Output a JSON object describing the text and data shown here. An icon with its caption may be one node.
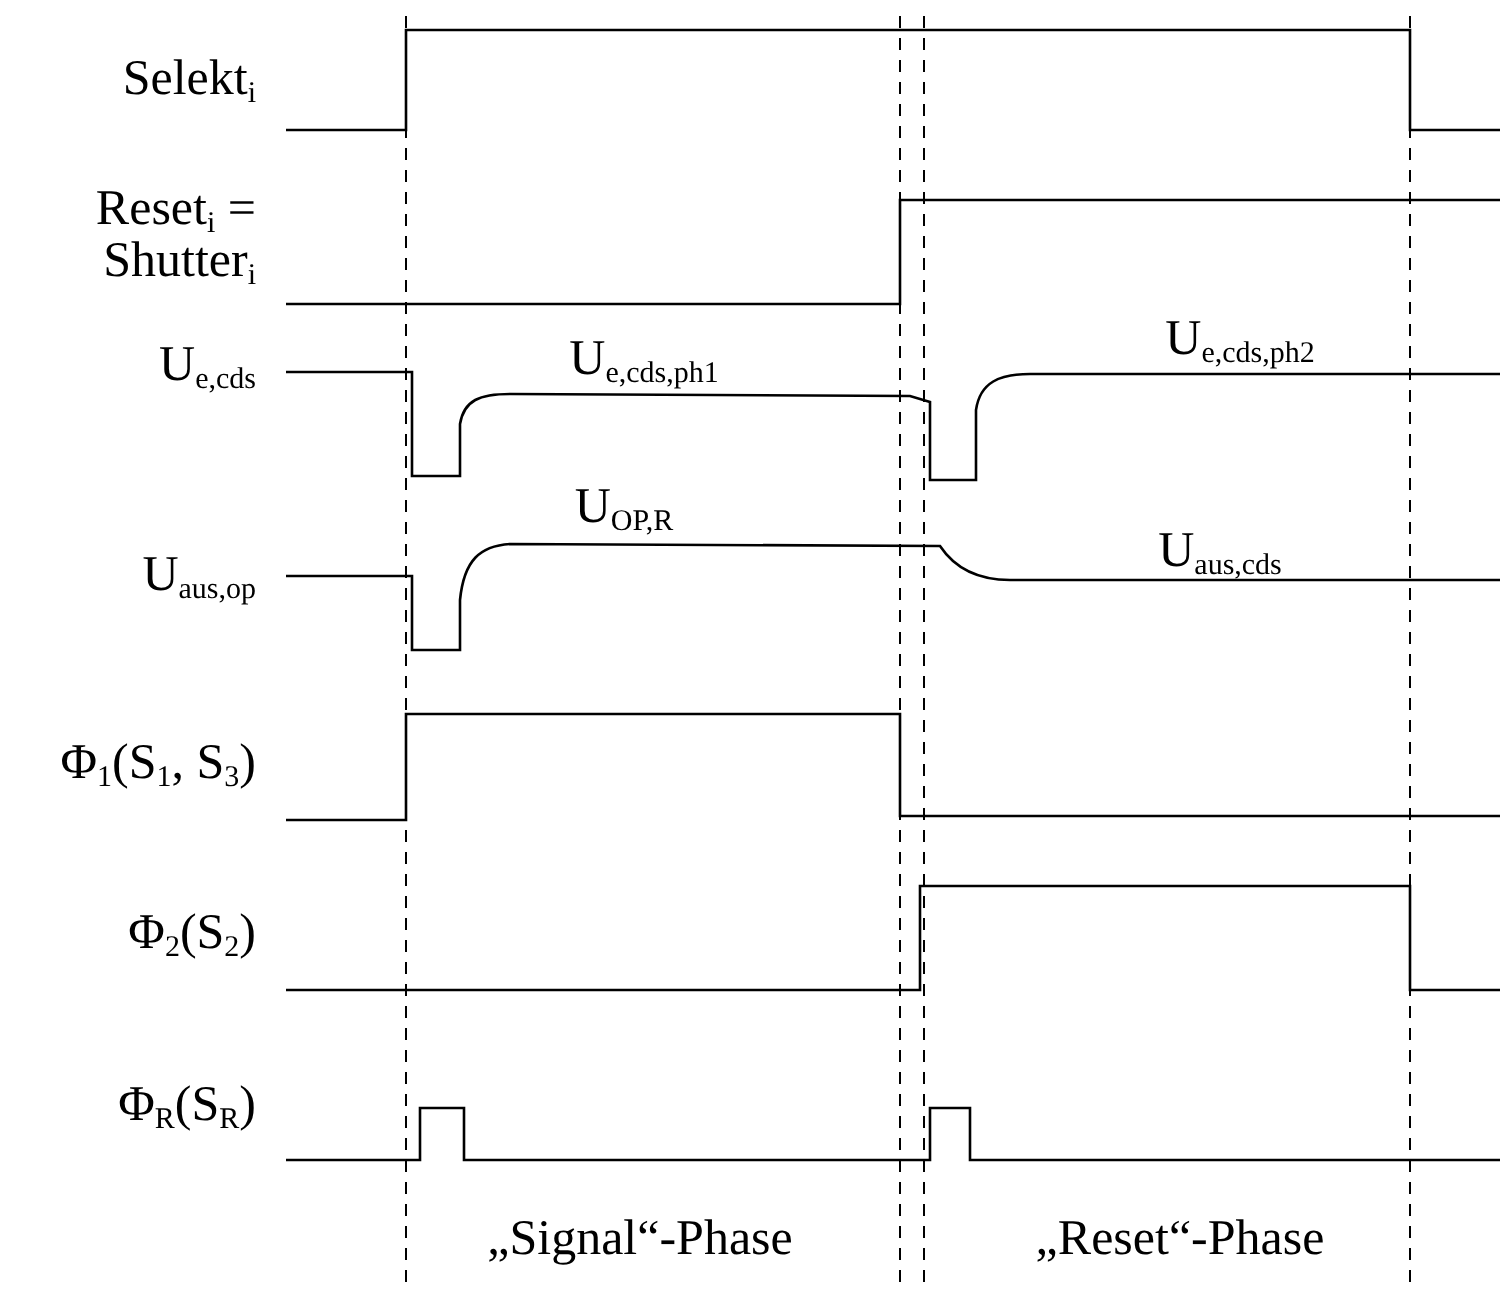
{
  "diagram": {
    "labels": [
      "Selekt$_{i}$",
      "Reset$_{i}$ = Shutter$_{i}$",
      "U$_{e,cds,ph2}$",
      "U$_{e,cds}$",
      "U$_{e,cds,ph1}$",
      "U$_{OP,R}$",
      "U$_{aus,cds}$",
      "U$_{aus,op}$",
      "Φ$_{1}$(S$_{1}$, S$_{3}$)",
      "Φ$_{2}$(S$_{2}$)",
      "Φ$_{R}$(S$_{R}$)",
      "„Signal“-Phase",
      "„Reset“-Phase"
    ]
  }
}
